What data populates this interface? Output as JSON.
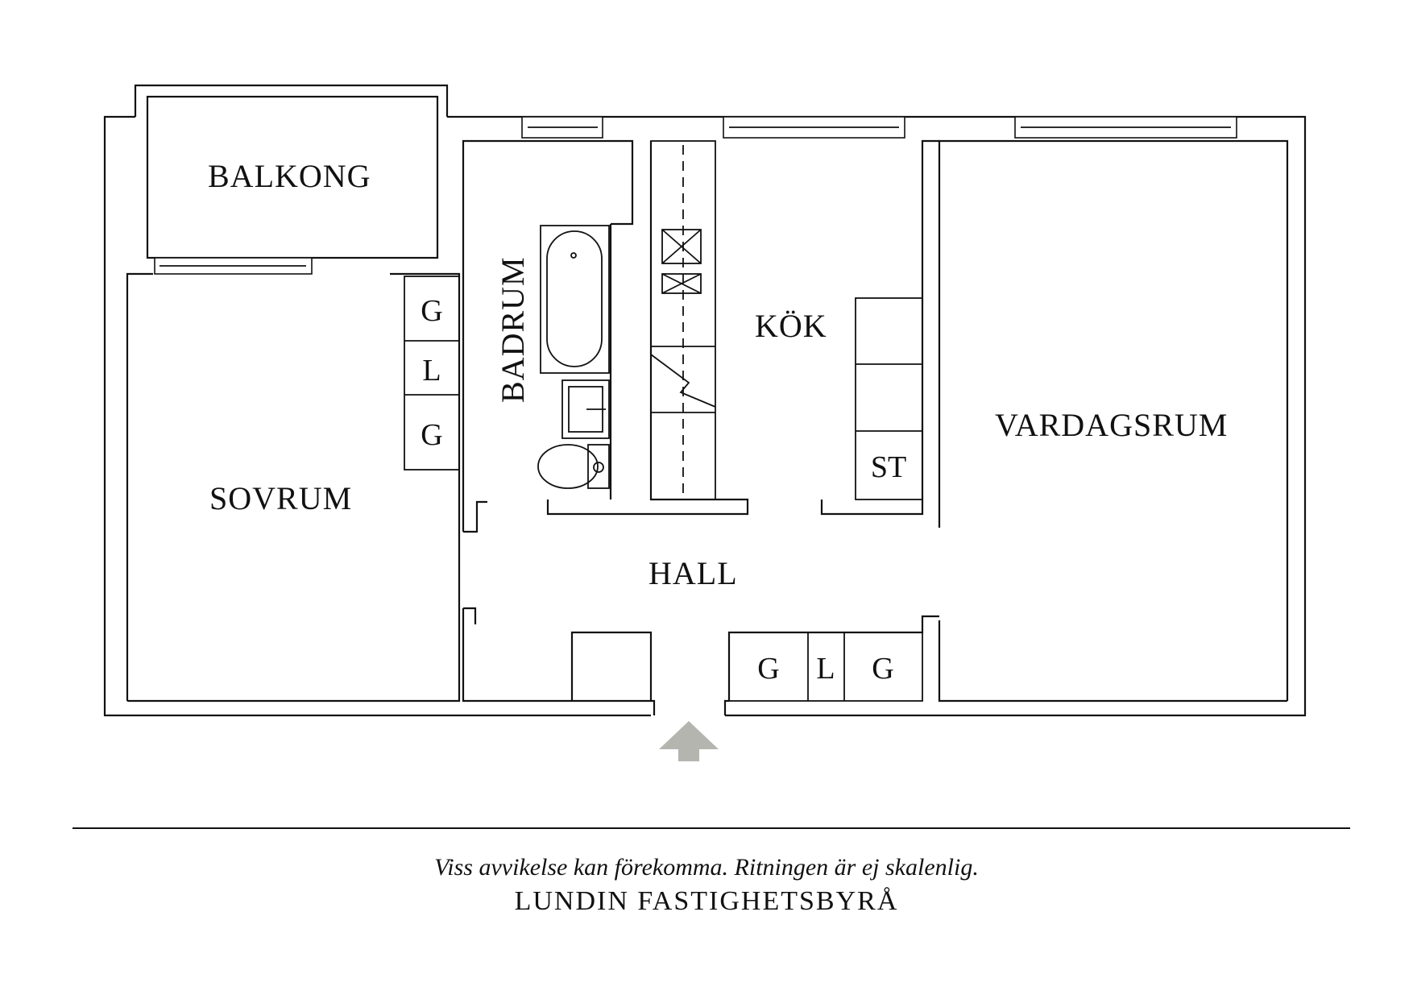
{
  "rooms": {
    "balkong": "BALKONG",
    "sovrum": "SOVRUM",
    "badrum": "BADRUM",
    "kok": "KÖK",
    "vardagsrum": "VARDAGSRUM",
    "hall": "HALL"
  },
  "closets": {
    "bedroom": [
      "G",
      "L",
      "G"
    ],
    "hall": [
      "G",
      "L",
      "G"
    ],
    "kitchen_st": "ST"
  },
  "footer": {
    "disclaimer": "Viss avvikelse kan förekomma. Ritningen är ej skalenlig.",
    "company": "LUNDIN FASTIGHETSBYRÅ"
  },
  "colors": {
    "line": "#111111",
    "entrance_arrow": "#b5b5b0"
  }
}
